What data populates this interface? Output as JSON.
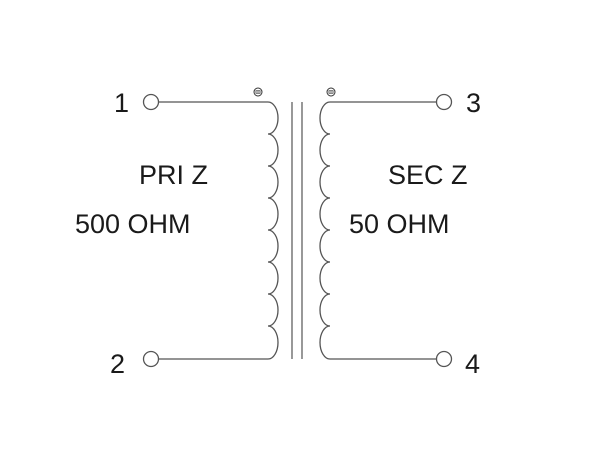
{
  "terminals": {
    "pin1": "1",
    "pin2": "2",
    "pin3": "3",
    "pin4": "4"
  },
  "primary": {
    "label": "PRI Z",
    "impedance": "500 OHM"
  },
  "secondary": {
    "label": "SEC Z",
    "impedance": "50 OHM"
  },
  "colors": {
    "line": "#555555",
    "text": "#1a1a1a",
    "background": "#ffffff"
  }
}
